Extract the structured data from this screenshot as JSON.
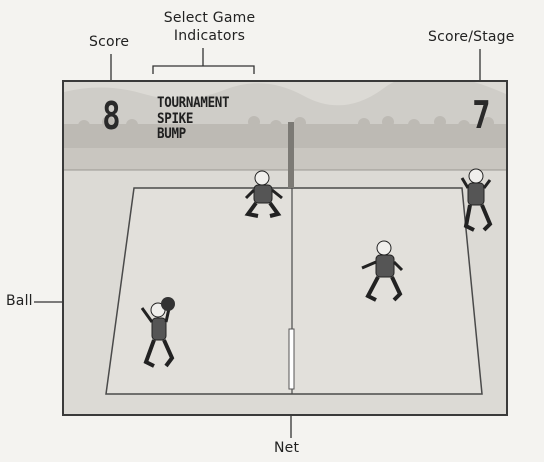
{
  "callouts": {
    "score": "Score",
    "select_line1": "Select Game",
    "select_line2": "Indicators",
    "score_stage": "Score/Stage",
    "ball": "Ball",
    "net": "Net"
  },
  "screen": {
    "left_score": "8",
    "right_score_stage": "7",
    "indicators": [
      "TOURNAMENT",
      "SPIKE",
      "BUMP"
    ]
  },
  "colors": {
    "lcd_background": "#dcdad5",
    "segment": "#2a2a2a",
    "page_background": "#f4f3f0"
  }
}
